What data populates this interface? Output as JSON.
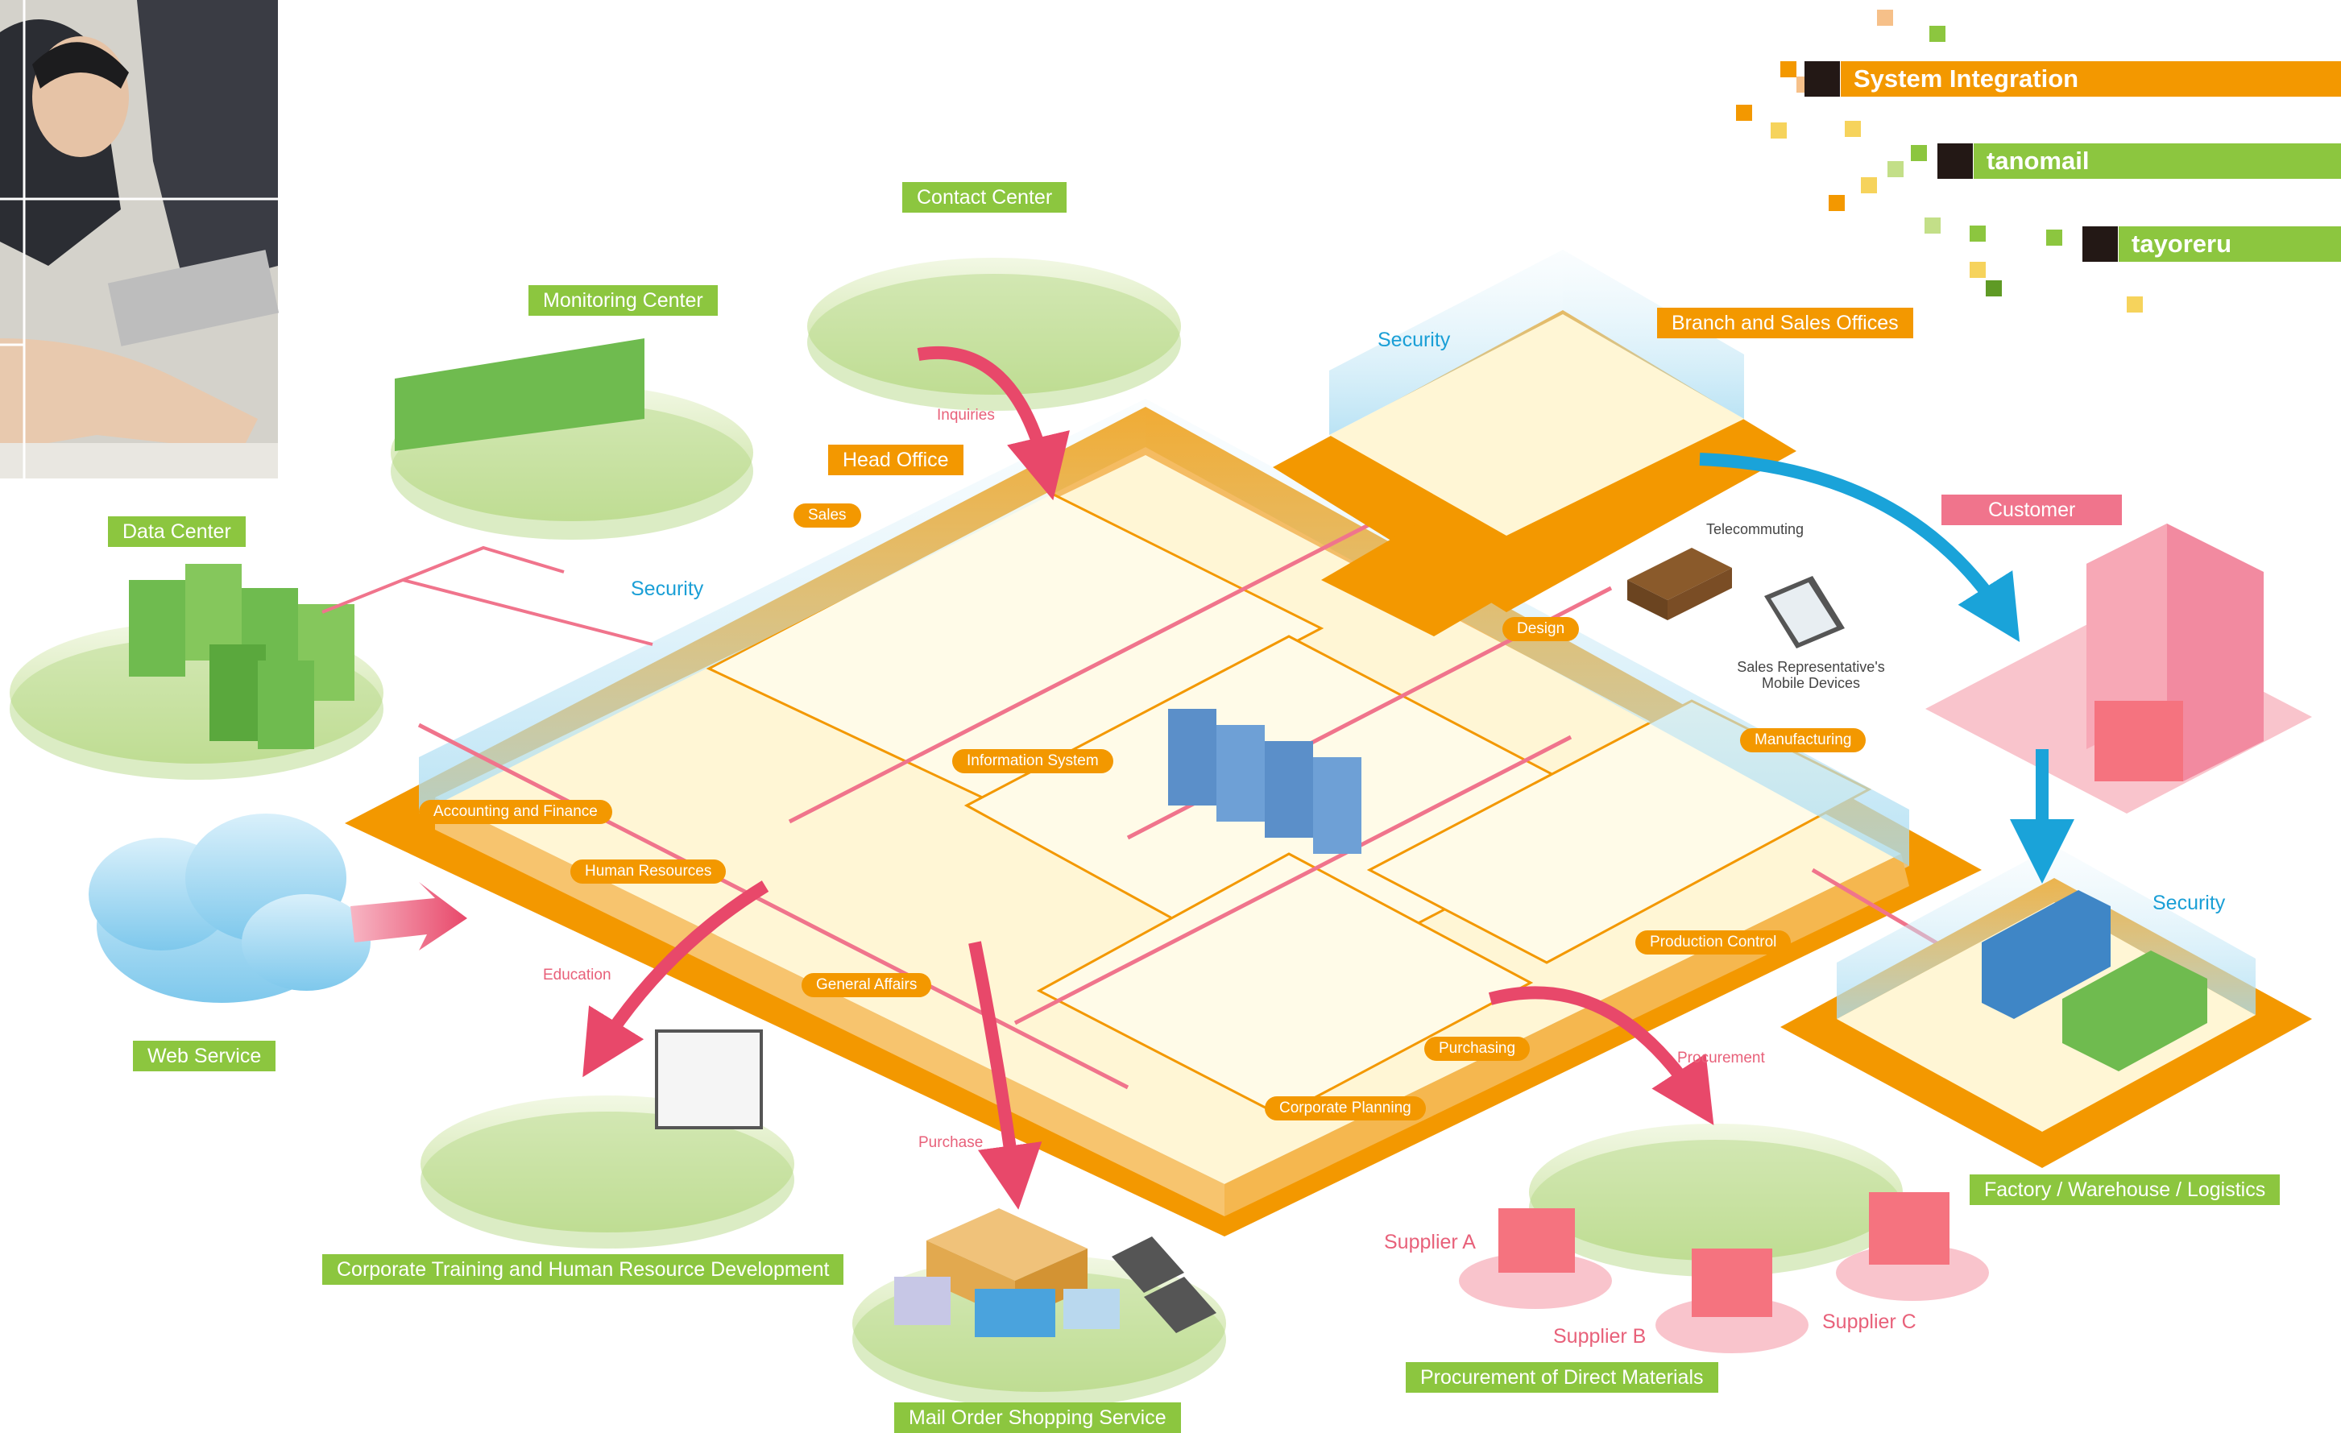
{
  "legend": {
    "system_integration": "System Integration",
    "tanomail": "tanomail",
    "tayoreru": "tayoreru",
    "colors": {
      "system_integration": "#f39800",
      "tanomail": "#8cc63f",
      "tayoreru": "#8cc63f"
    }
  },
  "locations": {
    "contact_center": "Contact Center",
    "monitoring_center": "Monitoring Center",
    "data_center": "Data Center",
    "web_service": "Web Service",
    "head_office": "Head Office",
    "branch_offices": "Branch and Sales Offices",
    "customer": "Customer",
    "factory": "Factory / Warehouse / Logistics",
    "training": "Corporate Training and Human Resource Development",
    "mail_order": "Mail Order Shopping Service",
    "procurement_materials": "Procurement of Direct Materials"
  },
  "departments": {
    "sales": "Sales",
    "design": "Design",
    "information_system": "Information System",
    "accounting": "Accounting and Finance",
    "human_resources": "Human Resources",
    "general_affairs": "General Affairs",
    "manufacturing": "Manufacturing",
    "production_control": "Production Control",
    "purchasing": "Purchasing",
    "corporate_planning": "Corporate Planning"
  },
  "security": "Security",
  "flows": {
    "inquiries": "Inquiries",
    "education": "Education",
    "purchase": "Purchase",
    "procurement": "Procurement"
  },
  "misc": {
    "telecommuting": "Telecommuting",
    "sales_rep_line1": "Sales Representative's",
    "sales_rep_line2": "Mobile Devices"
  },
  "suppliers": {
    "a": "Supplier A",
    "b": "Supplier B",
    "c": "Supplier C"
  },
  "colors": {
    "orange": "#f39800",
    "green": "#8cc63f",
    "pink": "#f0748c",
    "blue": "#1a9fd6",
    "floor": "#fff6d5"
  }
}
